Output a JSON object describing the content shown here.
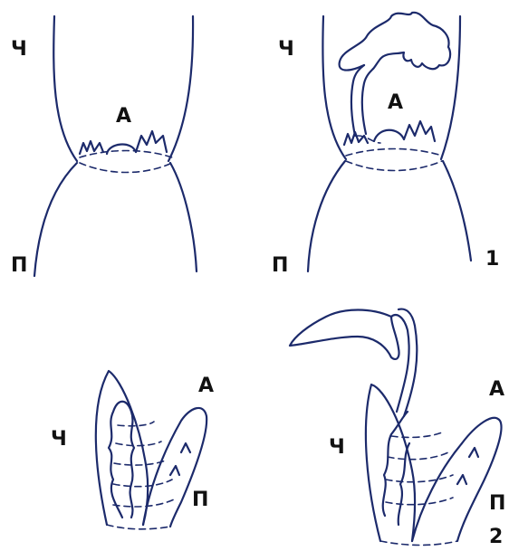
{
  "labels": {
    "ch": "Ч",
    "p": "П",
    "a": "А"
  },
  "figures": {
    "fig1": "1",
    "fig2": "2"
  },
  "colors": {
    "ink": "#1c2a6b",
    "text": "#111111",
    "background": "#ffffff"
  }
}
